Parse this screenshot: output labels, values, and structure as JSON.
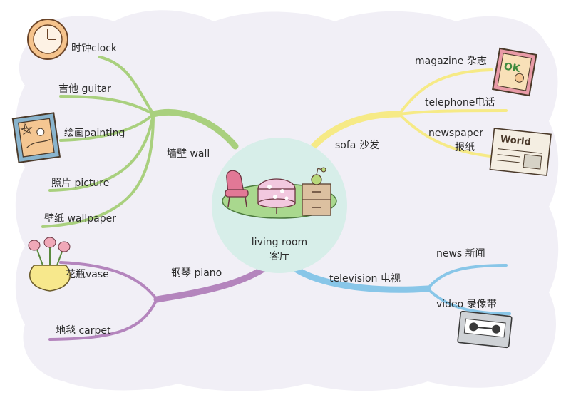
{
  "center": {
    "line1": "living room",
    "line2": "客厅"
  },
  "colors": {
    "wall": "#a9d07e",
    "sofa": "#f6ea86",
    "piano": "#b485bd",
    "television": "#88c6e8",
    "center_circle": "#d7eee9",
    "cloud": "#f1eff6"
  },
  "branches": {
    "wall": {
      "label": "墙壁 wall",
      "items": [
        "时钟clock",
        "吉他 guitar",
        "绘画painting",
        "照片 picture",
        "壁纸 wallpaper"
      ]
    },
    "sofa": {
      "label": "sofa 沙发",
      "items": [
        "magazine 杂志",
        "telephone电话",
        "newspaper",
        "报纸"
      ]
    },
    "piano": {
      "label": "钢琴 piano",
      "items": [
        "花瓶vase",
        "地毯 carpet"
      ]
    },
    "television": {
      "label": "television 电视",
      "items": [
        "news 新闻",
        "video 录像带"
      ]
    }
  },
  "icons": {
    "clock": "clock-icon",
    "painting": "painting-icon",
    "magazine": "magazine-icon",
    "magazine_text": "OK",
    "newspaper": "newspaper-icon",
    "newspaper_text": "World",
    "vase": "vase-icon",
    "video": "videotape-icon",
    "room": "living-room-furniture-icon"
  }
}
